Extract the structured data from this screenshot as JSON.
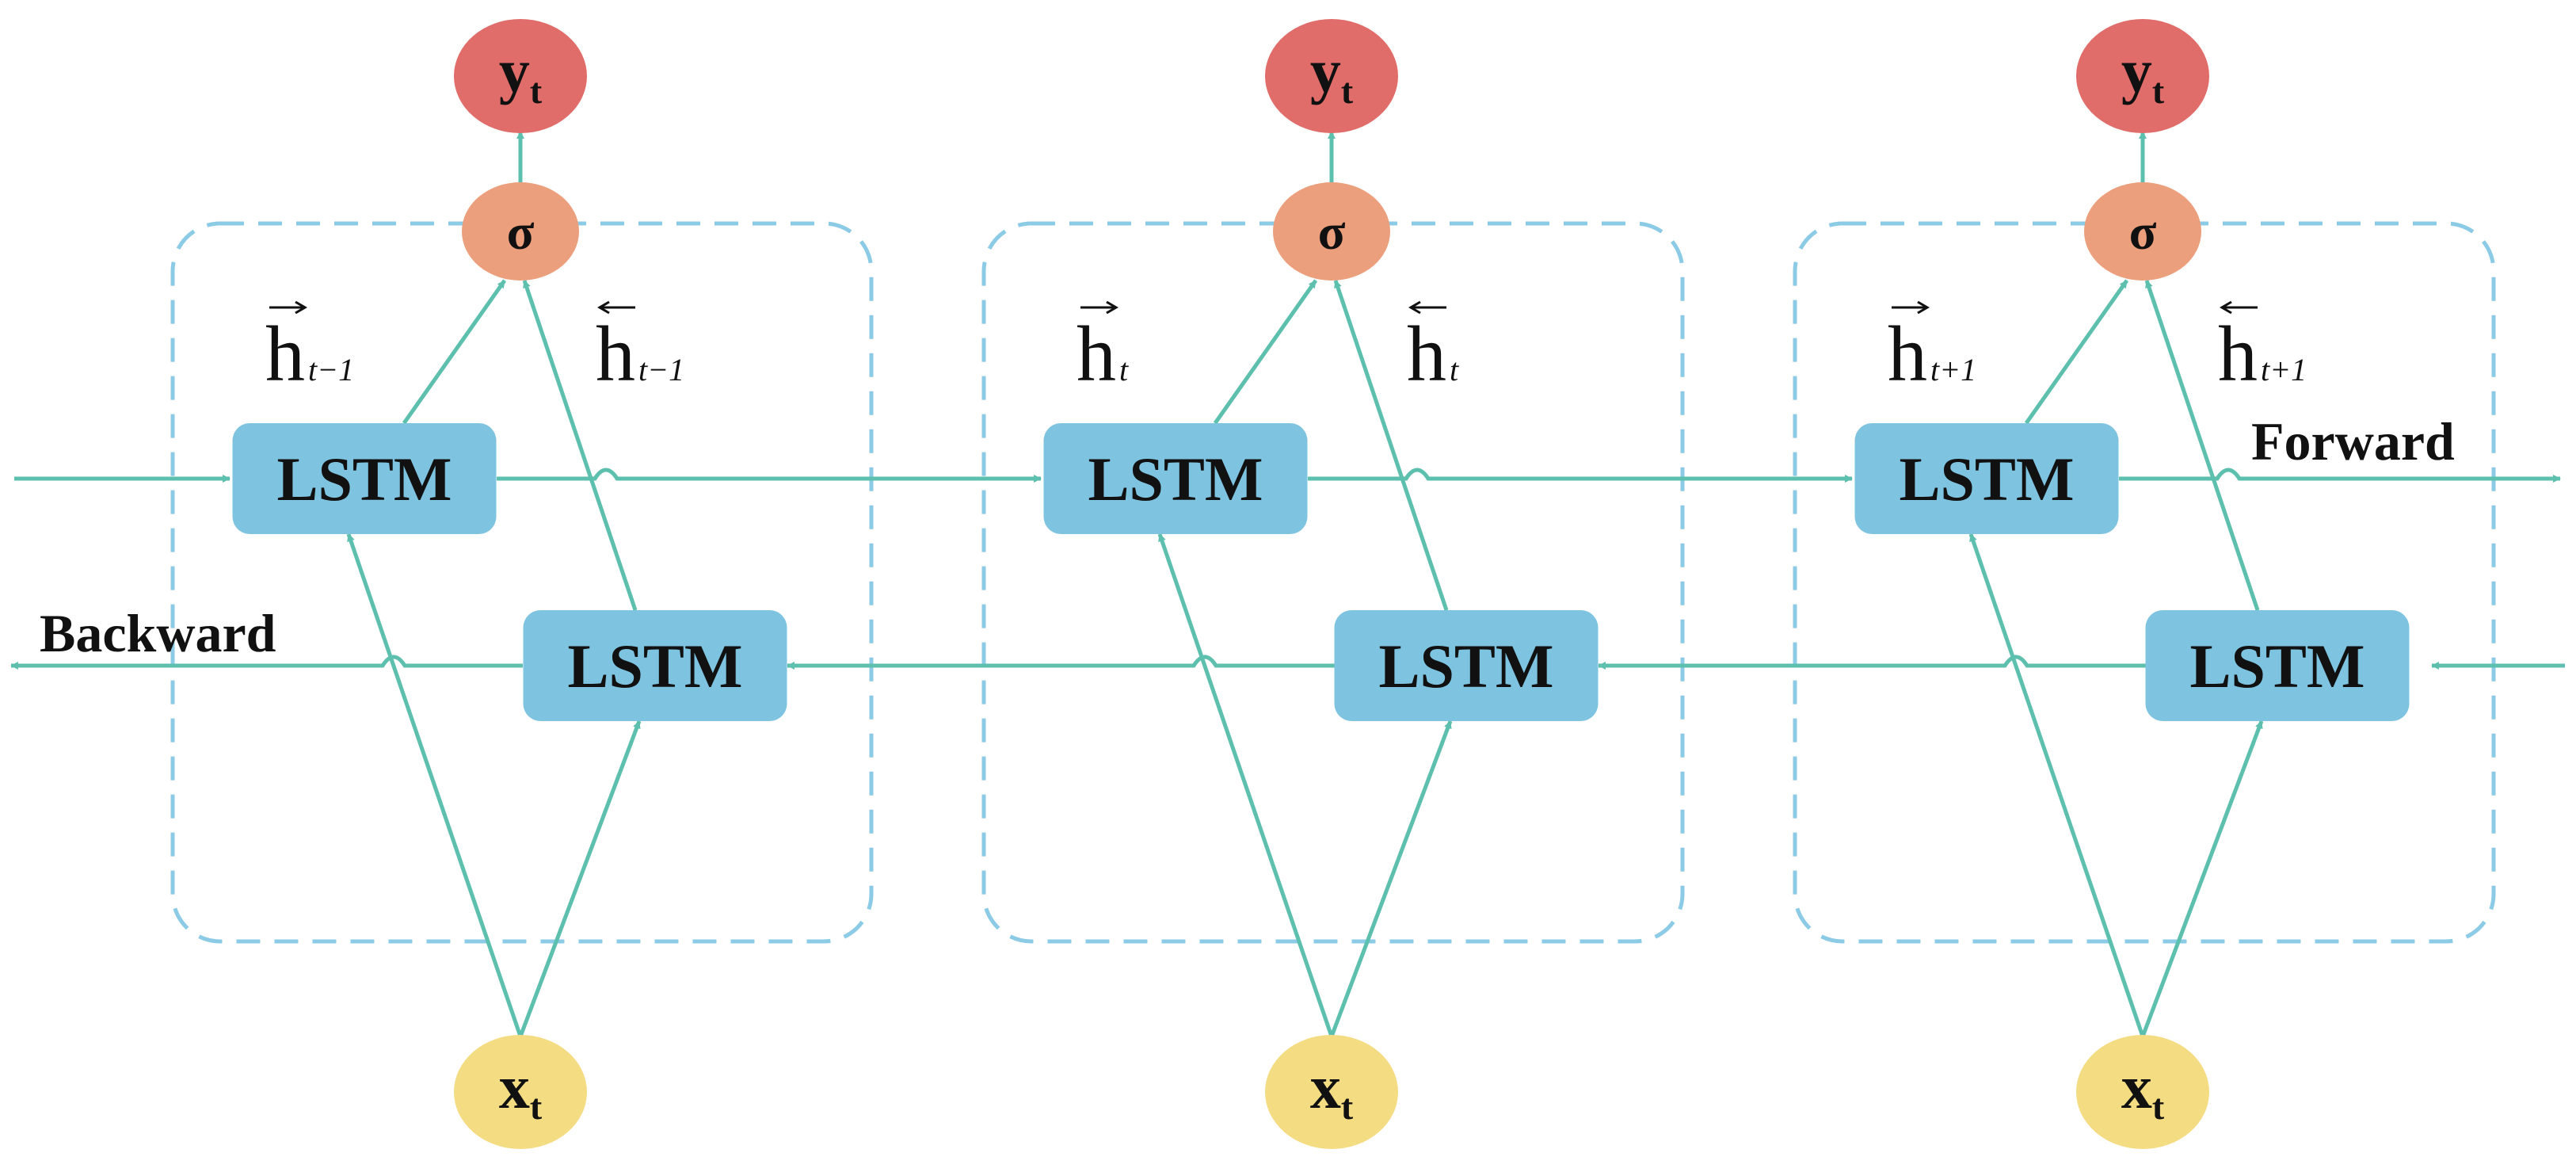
{
  "colors": {
    "line": "#5DBFAE",
    "cell_border": "#8CCBE5",
    "lstm_fill": "#7EC4E1",
    "sigma_fill": "#EC9F7C",
    "y_fill": "#E16D6B",
    "x_fill": "#F4DC83",
    "text": "#111111"
  },
  "labels": {
    "forward": "Forward",
    "backward": "Backward"
  },
  "cells": [
    {
      "lstm_forward": "LSTM",
      "lstm_backward": "LSTM",
      "sigma": "σ",
      "y": {
        "base": "y",
        "sub": "t"
      },
      "x": {
        "base": "x",
        "sub": "t"
      },
      "h_forward": {
        "base": "h",
        "sub": "t−1"
      },
      "h_backward": {
        "base": "h",
        "sub": "t−1"
      }
    },
    {
      "lstm_forward": "LSTM",
      "lstm_backward": "LSTM",
      "sigma": "σ",
      "y": {
        "base": "y",
        "sub": "t"
      },
      "x": {
        "base": "x",
        "sub": "t"
      },
      "h_forward": {
        "base": "h",
        "sub": "t"
      },
      "h_backward": {
        "base": "h",
        "sub": "t"
      }
    },
    {
      "lstm_forward": "LSTM",
      "lstm_backward": "LSTM",
      "sigma": "σ",
      "y": {
        "base": "y",
        "sub": "t"
      },
      "x": {
        "base": "x",
        "sub": "t"
      },
      "h_forward": {
        "base": "h",
        "sub": "t+1"
      },
      "h_backward": {
        "base": "h",
        "sub": "t+1"
      }
    }
  ]
}
